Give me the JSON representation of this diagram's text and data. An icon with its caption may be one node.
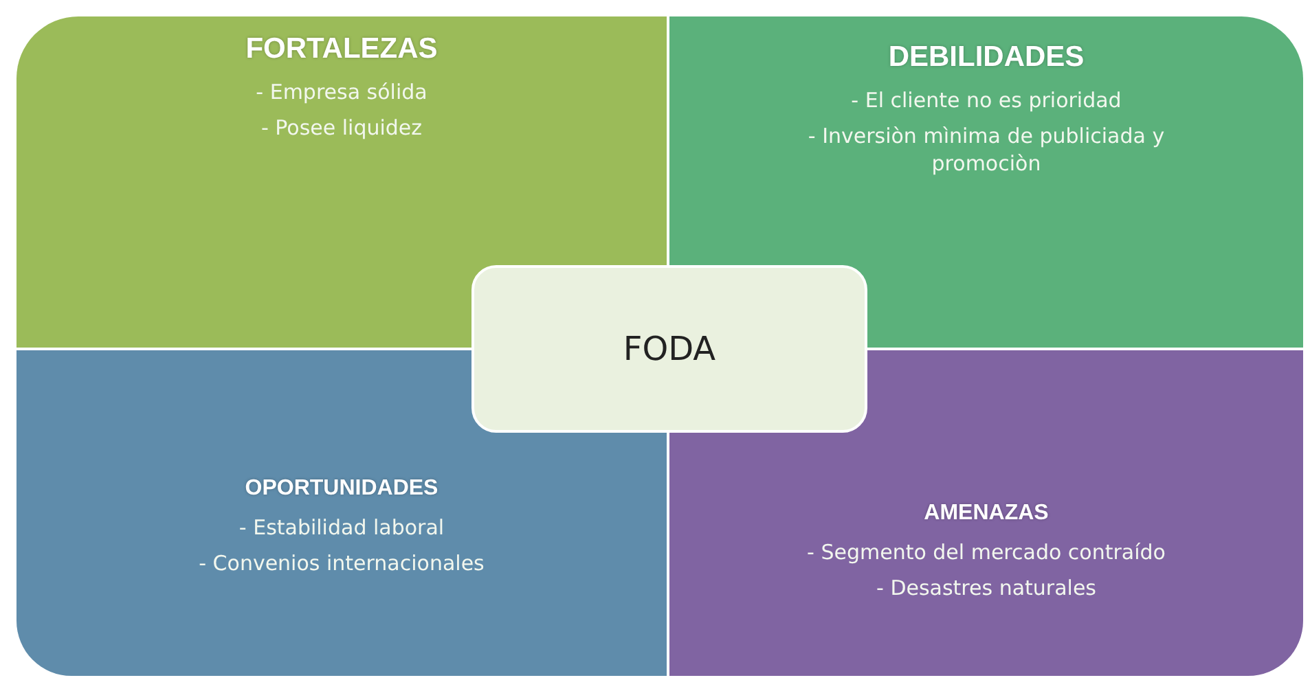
{
  "diagram": {
    "nodes": [
      {
        "text": [
          "FORTALEZAS",
          "- Empresa sólida",
          "- Posee liquidez"
        ]
      },
      {
        "text": [
          "DEBILIDADES",
          "- El cliente no es prioridad",
          "- Inversiòn mìnima de publiciada y promociòn"
        ]
      },
      {
        "text": [
          "FODA"
        ]
      },
      {
        "text": [
          "OPORTUNIDADES",
          "- Estabilidad laboral",
          "- Convenios internacionales"
        ]
      },
      {
        "text": [
          "AMENAZAS",
          "- Segmento del mercado contraído",
          "- Desastres naturales"
        ]
      }
    ]
  }
}
